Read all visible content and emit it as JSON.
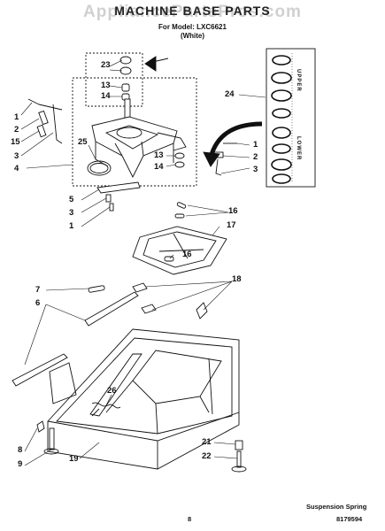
{
  "header": {
    "watermark": "AppliancePartsPros.com",
    "title": "MACHINE BASE PARTS",
    "model": "For Model: LXC6621",
    "color": "(White)"
  },
  "footer": {
    "caption": "Suspension Spring",
    "page": "8",
    "doc_number": "8179594"
  },
  "side_panel": {
    "upper_label": "UPPER",
    "lower_label": "LOWER"
  },
  "callouts": {
    "c23": "23",
    "c13a": "13",
    "c14a": "14",
    "c24": "24",
    "c1a": "1",
    "c2a": "2",
    "c15": "15",
    "c3a": "3",
    "c25": "25",
    "c4": "4",
    "c1b": "1",
    "c2b": "2",
    "c3b": "3",
    "c13b": "13",
    "c14b": "14",
    "c5": "5",
    "c3c": "3",
    "c1c": "1",
    "c16a": "16",
    "c17": "17",
    "c16b": "16",
    "c7": "7",
    "c18": "18",
    "c6": "6",
    "c26": "26",
    "c8": "8",
    "c9": "9",
    "c19": "19",
    "c21": "21",
    "c22": "22"
  }
}
